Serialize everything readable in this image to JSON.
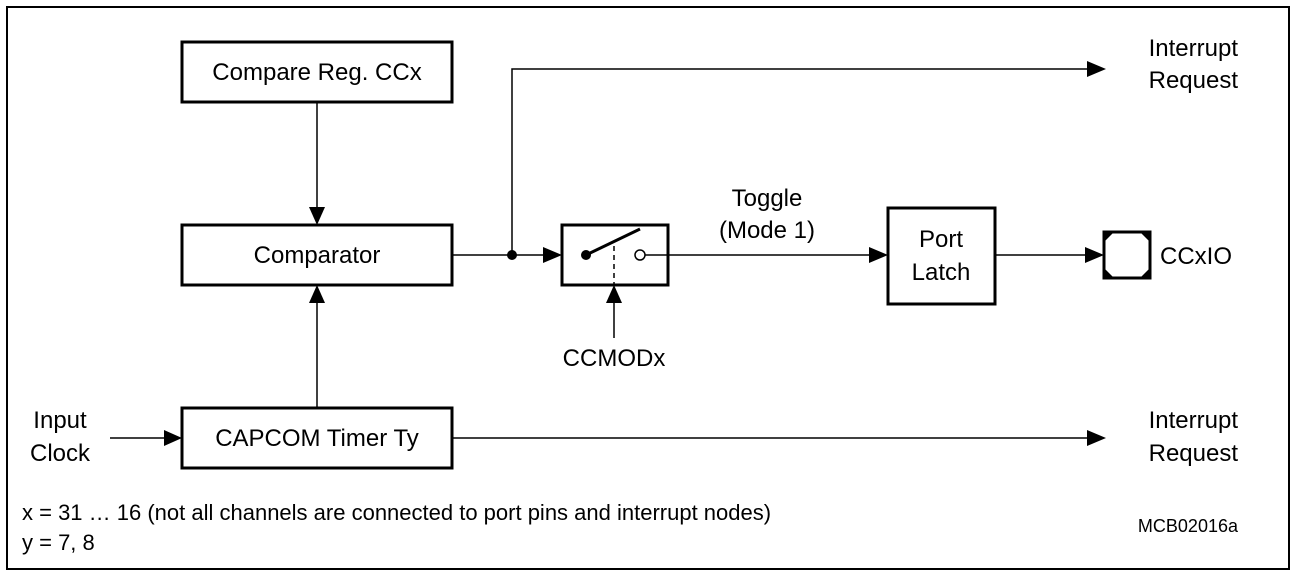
{
  "blocks": {
    "compare_reg": "Compare Reg. CCx",
    "comparator": "Comparator",
    "timer": "CAPCOM Timer Ty",
    "port_latch_line1": "Port",
    "port_latch_line2": "Latch"
  },
  "signals": {
    "interrupt_request_top_line1": "Interrupt",
    "interrupt_request_top_line2": "Request",
    "interrupt_request_bottom_line1": "Interrupt",
    "interrupt_request_bottom_line2": "Request",
    "toggle_line1": "Toggle",
    "toggle_line2": "(Mode 1)",
    "ccmodx": "CCMODx",
    "pin": "CCxIO",
    "input_clock_line1": "Input",
    "input_clock_line2": "Clock"
  },
  "notes": {
    "x_note": "x = 31 … 16 (not all channels are connected to port pins and interrupt nodes)",
    "y_note": "y = 7, 8",
    "figure_id": "MCB02016a"
  }
}
